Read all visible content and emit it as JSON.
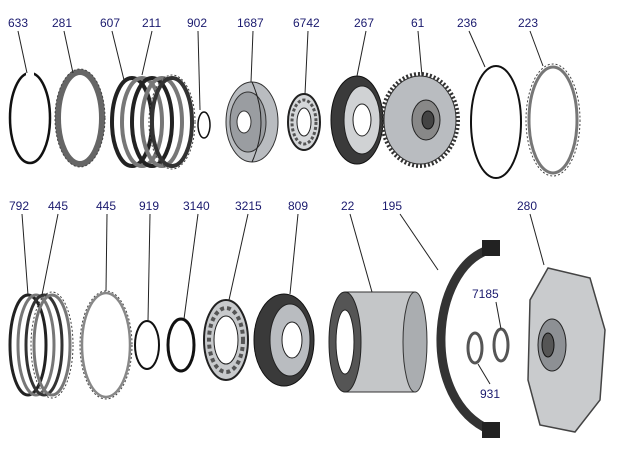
{
  "labels": {
    "633": "633",
    "281": "281",
    "607": "607",
    "211": "211",
    "902": "902",
    "1687": "1687",
    "6742": "6742",
    "267": "267",
    "61": "61",
    "236": "236",
    "223": "223",
    "792": "792",
    "445a": "445",
    "445b": "445",
    "919": "919",
    "3140": "3140",
    "3215": "3215",
    "809": "809",
    "22": "22",
    "195": "195",
    "280": "280",
    "7185": "7185",
    "931": "931"
  }
}
